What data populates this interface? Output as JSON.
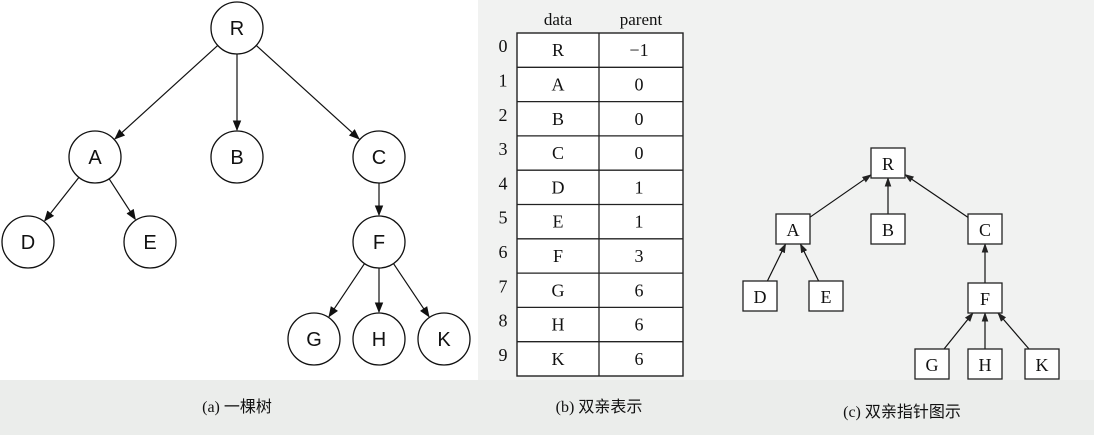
{
  "tree": {
    "caption": "(a) 一棵树",
    "nodes": {
      "R": "R",
      "A": "A",
      "B": "B",
      "C": "C",
      "D": "D",
      "E": "E",
      "F": "F",
      "G": "G",
      "H": "H",
      "K": "K"
    },
    "edges": [
      [
        "R",
        "A"
      ],
      [
        "R",
        "B"
      ],
      [
        "R",
        "C"
      ],
      [
        "A",
        "D"
      ],
      [
        "A",
        "E"
      ],
      [
        "C",
        "F"
      ],
      [
        "F",
        "G"
      ],
      [
        "F",
        "H"
      ],
      [
        "F",
        "K"
      ]
    ]
  },
  "table": {
    "caption": "(b) 双亲表示",
    "headers": {
      "data": "data",
      "parent": "parent"
    },
    "rows": [
      {
        "index": "0",
        "data": "R",
        "parent": "−1"
      },
      {
        "index": "1",
        "data": "A",
        "parent": "0"
      },
      {
        "index": "2",
        "data": "B",
        "parent": "0"
      },
      {
        "index": "3",
        "data": "C",
        "parent": "0"
      },
      {
        "index": "4",
        "data": "D",
        "parent": "1"
      },
      {
        "index": "5",
        "data": "E",
        "parent": "1"
      },
      {
        "index": "6",
        "data": "F",
        "parent": "3"
      },
      {
        "index": "7",
        "data": "G",
        "parent": "6"
      },
      {
        "index": "8",
        "data": "H",
        "parent": "6"
      },
      {
        "index": "9",
        "data": "K",
        "parent": "6"
      }
    ]
  },
  "pointer_diagram": {
    "caption": "(c) 双亲指针图示",
    "nodes": {
      "R": "R",
      "A": "A",
      "B": "B",
      "C": "C",
      "D": "D",
      "E": "E",
      "F": "F",
      "G": "G",
      "H": "H",
      "K": "K"
    },
    "edges": [
      [
        "A",
        "R"
      ],
      [
        "B",
        "R"
      ],
      [
        "C",
        "R"
      ],
      [
        "D",
        "A"
      ],
      [
        "E",
        "A"
      ],
      [
        "F",
        "C"
      ],
      [
        "G",
        "F"
      ],
      [
        "H",
        "F"
      ],
      [
        "K",
        "F"
      ]
    ]
  }
}
